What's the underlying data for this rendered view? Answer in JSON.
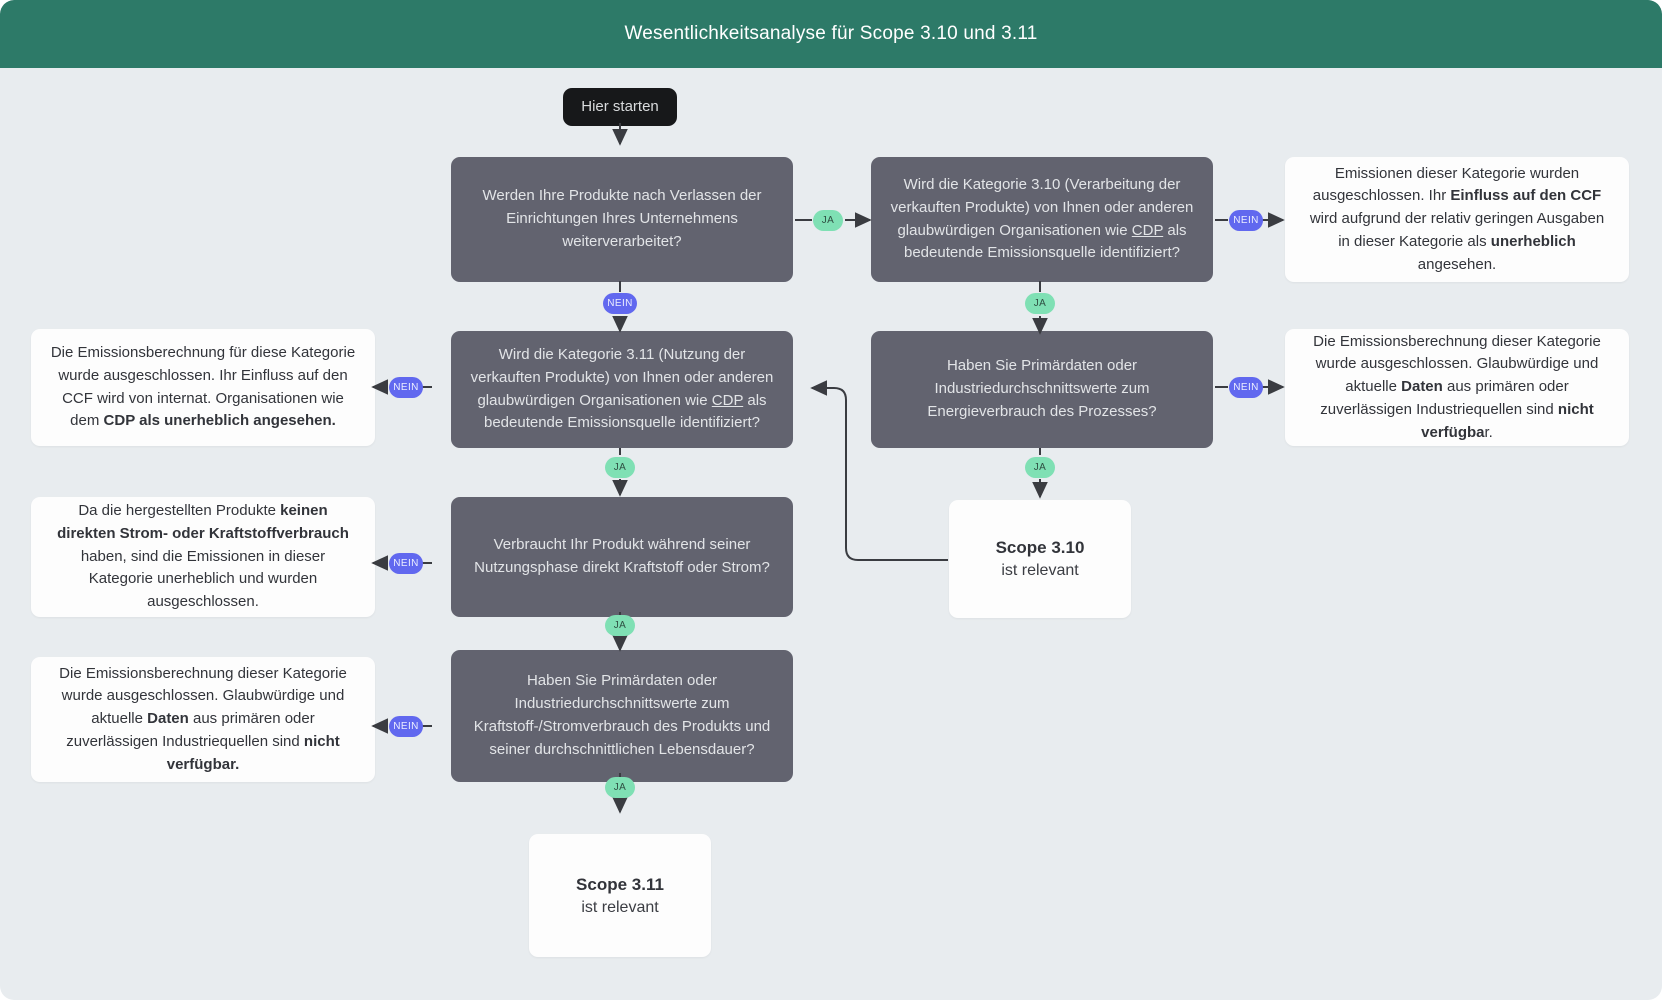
{
  "header": {
    "title": "Wesentlichkeitsanalyse für Scope 3.10 und 3.11"
  },
  "colors": {
    "background": "#e8ecef",
    "header": "#2d7a68",
    "decision": "#62636f",
    "outcome": "#fdfdfd",
    "badge_yes": "#7fe0b4",
    "badge_no": "#6168ef",
    "start": "#17181a",
    "arrow": "#3a3c41"
  },
  "nodes": {
    "start": {
      "label": "Hier starten"
    },
    "q1": {
      "parts": [
        {
          "t": "Werden Ihre Produkte nach Verlassen der Einrichtungen Ihres Unternehmens weiterverarbeitet?",
          "s": "n"
        }
      ]
    },
    "q2": {
      "parts": [
        {
          "t": "Wird die Kategorie 3.10 (Verarbeitung der verkauften Produkte) von Ihnen oder anderen glaubwürdigen Organisationen wie ",
          "s": "n"
        },
        {
          "t": "CDP",
          "s": "u"
        },
        {
          "t": " als bedeutende Emissionsquelle identifiziert?",
          "s": "n"
        }
      ]
    },
    "o1": {
      "parts": [
        {
          "t": "Emissionen dieser Kategorie wurden ausgeschlossen. Ihr ",
          "s": "n"
        },
        {
          "t": "Einfluss auf den CCF",
          "s": "b"
        },
        {
          "t": " wird aufgrund der relativ geringen Ausgaben in dieser Kategorie als ",
          "s": "n"
        },
        {
          "t": "unerheblich",
          "s": "b"
        },
        {
          "t": " angesehen.",
          "s": "n"
        }
      ]
    },
    "q3": {
      "parts": [
        {
          "t": "Wird die Kategorie 3.11 (Nutzung der verkauften Produkte) von Ihnen oder anderen glaubwürdigen Organisationen wie ",
          "s": "n"
        },
        {
          "t": "CDP",
          "s": "u"
        },
        {
          "t": " als bedeutende Emissionsquelle identifiziert?",
          "s": "n"
        }
      ]
    },
    "o2": {
      "parts": [
        {
          "t": "Die Emissionsberechnung für diese Kategorie wurde ausgeschlossen. Ihr Einfluss auf den CCF wird von internat. Organisationen wie dem ",
          "s": "n"
        },
        {
          "t": "CDP als unerheblich angesehen.",
          "s": "b"
        }
      ]
    },
    "q4": {
      "parts": [
        {
          "t": "Haben Sie Primärdaten oder Industriedurchschnittswerte zum Energieverbrauch des Prozesses?",
          "s": "n"
        }
      ]
    },
    "o3": {
      "parts": [
        {
          "t": "Die Emissionsberechnung dieser Kategorie wurde ausgeschlossen. Glaubwürdige und aktuelle ",
          "s": "n"
        },
        {
          "t": "Daten",
          "s": "b"
        },
        {
          "t": " aus primären oder zuverlässigen Industriequellen sind ",
          "s": "n"
        },
        {
          "t": "nicht verfügba",
          "s": "b"
        },
        {
          "t": "r.",
          "s": "n"
        }
      ]
    },
    "r1": {
      "title": "Scope 3.10",
      "sub": "ist relevant"
    },
    "q5": {
      "parts": [
        {
          "t": "Verbraucht Ihr Produkt während seiner Nutzungsphase direkt Kraftstoff oder Strom?",
          "s": "n"
        }
      ]
    },
    "o4": {
      "parts": [
        {
          "t": "Da die hergestellten Produkte ",
          "s": "n"
        },
        {
          "t": "keinen direkten Strom- oder Kraftstoffverbrauch",
          "s": "b"
        },
        {
          "t": " haben, sind die Emissionen in dieser Kategorie unerheblich und wurden ausgeschlossen.",
          "s": "n"
        }
      ]
    },
    "q6": {
      "parts": [
        {
          "t": "Haben Sie Primärdaten oder Industriedurchschnittswerte zum Kraftstoff-/Stromverbrauch des Produkts und seiner durchschnittlichen Lebensdauer?",
          "s": "n"
        }
      ]
    },
    "o5": {
      "parts": [
        {
          "t": "Die Emissionsberechnung dieser Kategorie wurde ausgeschlossen. Glaubwürdige und aktuelle ",
          "s": "n"
        },
        {
          "t": "Daten",
          "s": "b"
        },
        {
          "t": " aus primären oder zuverlässigen Industriequellen sind ",
          "s": "n"
        },
        {
          "t": "nicht verfügbar.",
          "s": "b"
        }
      ]
    },
    "r2": {
      "title": "Scope 3.11",
      "sub": "ist relevant"
    }
  },
  "badges": {
    "q1_yes": "JA",
    "q1_no": "NEIN",
    "q2_no": "NEIN",
    "q2_yes": "JA",
    "q3_no": "NEIN",
    "q3_yes": "JA",
    "q4_no": "NEIN",
    "q4_yes": "JA",
    "q5_no": "NEIN",
    "q5_yes": "JA",
    "q6_no": "NEIN",
    "q6_yes": "JA"
  }
}
